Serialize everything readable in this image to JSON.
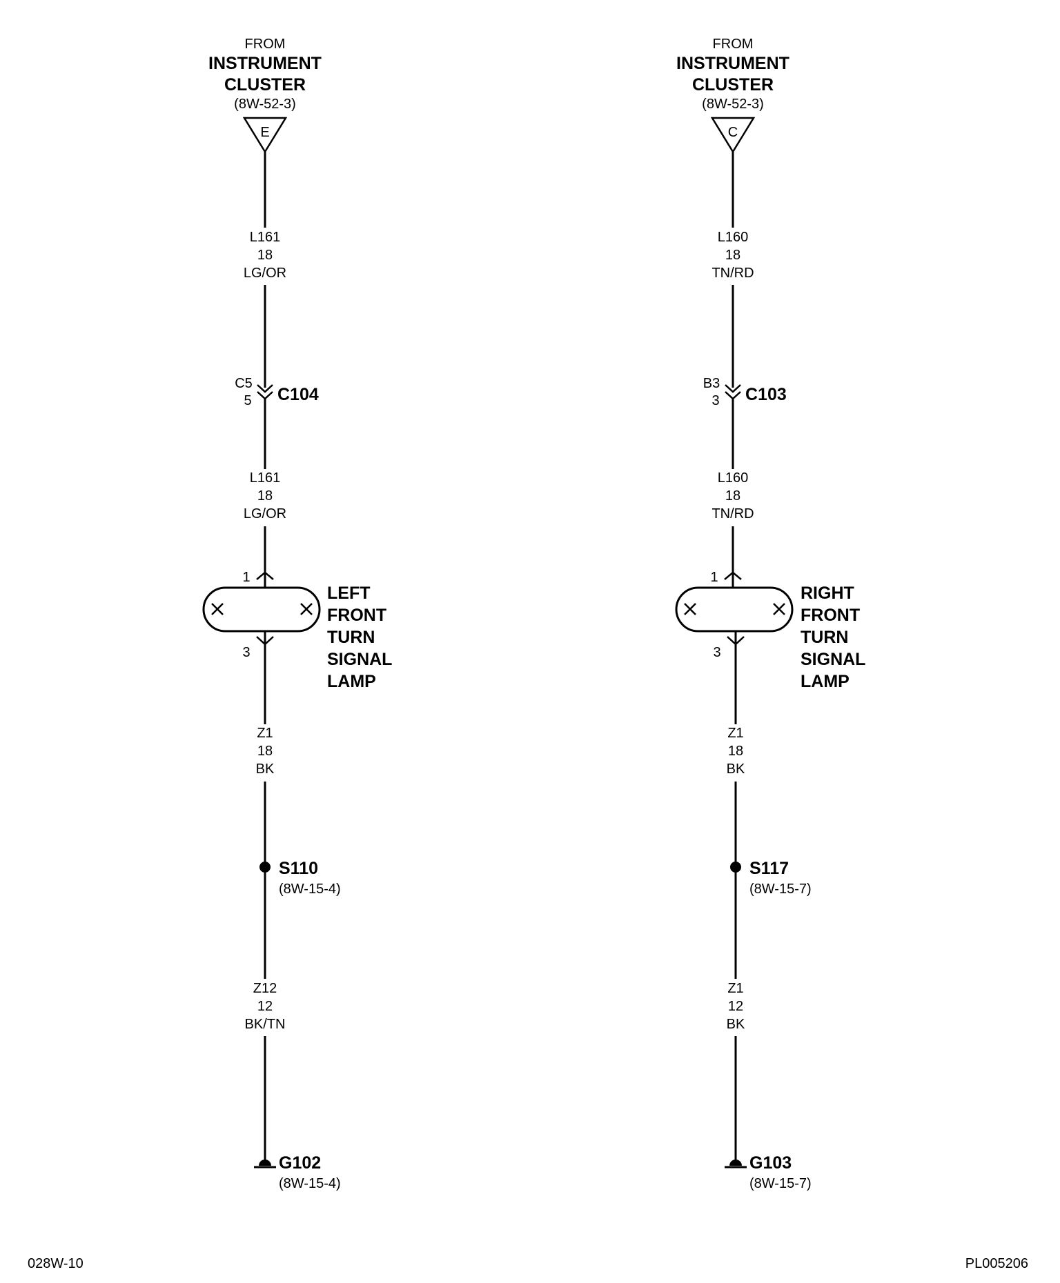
{
  "circuits": [
    {
      "source": {
        "from": "FROM",
        "name_line1": "INSTRUMENT",
        "name_line2": "CLUSTER",
        "ref": "(8W-52-3)",
        "connector_letter": "E"
      },
      "wire_upper": {
        "circuit": "L161",
        "gauge": "18",
        "color": "LG/OR"
      },
      "inline_connector": {
        "cavity_line1": "C5",
        "cavity_line2": "5",
        "id": "C104"
      },
      "wire_lower": {
        "circuit": "L161",
        "gauge": "18",
        "color": "LG/OR"
      },
      "lamp": {
        "pin_in": "1",
        "pin_out": "3",
        "label": [
          "LEFT",
          "FRONT",
          "TURN",
          "SIGNAL",
          "LAMP"
        ]
      },
      "wire_ground": {
        "circuit": "Z1",
        "gauge": "18",
        "color": "BK"
      },
      "splice": {
        "id": "S110",
        "ref": "(8W-15-4)"
      },
      "wire_final": {
        "circuit": "Z12",
        "gauge": "12",
        "color": "BK/TN"
      },
      "ground": {
        "id": "G102",
        "ref": "(8W-15-4)"
      }
    },
    {
      "source": {
        "from": "FROM",
        "name_line1": "INSTRUMENT",
        "name_line2": "CLUSTER",
        "ref": "(8W-52-3)",
        "connector_letter": "C"
      },
      "wire_upper": {
        "circuit": "L160",
        "gauge": "18",
        "color": "TN/RD"
      },
      "inline_connector": {
        "cavity_line1": "B3",
        "cavity_line2": "3",
        "id": "C103"
      },
      "wire_lower": {
        "circuit": "L160",
        "gauge": "18",
        "color": "TN/RD"
      },
      "lamp": {
        "pin_in": "1",
        "pin_out": "3",
        "label": [
          "RIGHT",
          "FRONT",
          "TURN",
          "SIGNAL",
          "LAMP"
        ]
      },
      "wire_ground": {
        "circuit": "Z1",
        "gauge": "18",
        "color": "BK"
      },
      "splice": {
        "id": "S117",
        "ref": "(8W-15-7)"
      },
      "wire_final": {
        "circuit": "Z1",
        "gauge": "12",
        "color": "BK"
      },
      "ground": {
        "id": "G103",
        "ref": "(8W-15-7)"
      }
    }
  ],
  "footer": {
    "page_code": "028W-10",
    "image_code": "PL005206"
  }
}
